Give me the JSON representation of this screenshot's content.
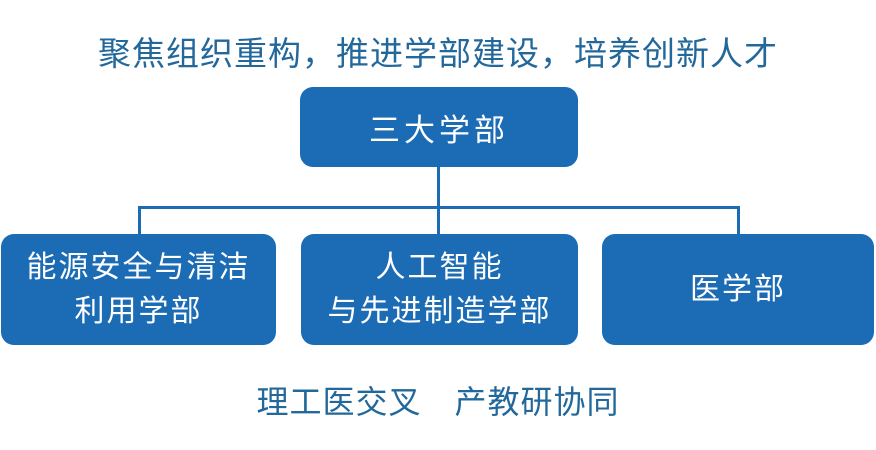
{
  "title": "聚焦组织重构，推进学部建设，培养创新人才",
  "root": {
    "label": "三大学部"
  },
  "departments": [
    {
      "label": "能源安全与清洁\n利用学部"
    },
    {
      "label": "人工智能\n与先进制造学部"
    },
    {
      "label": "医学部"
    }
  ],
  "footer": "理工医交叉　产教研协同",
  "colors": {
    "node_fill": "#1B6CB4",
    "connector": "#1B6CB4",
    "heading_text": "#23689B",
    "node_text": "#FFFFFF",
    "background": "#FFFFFF"
  }
}
